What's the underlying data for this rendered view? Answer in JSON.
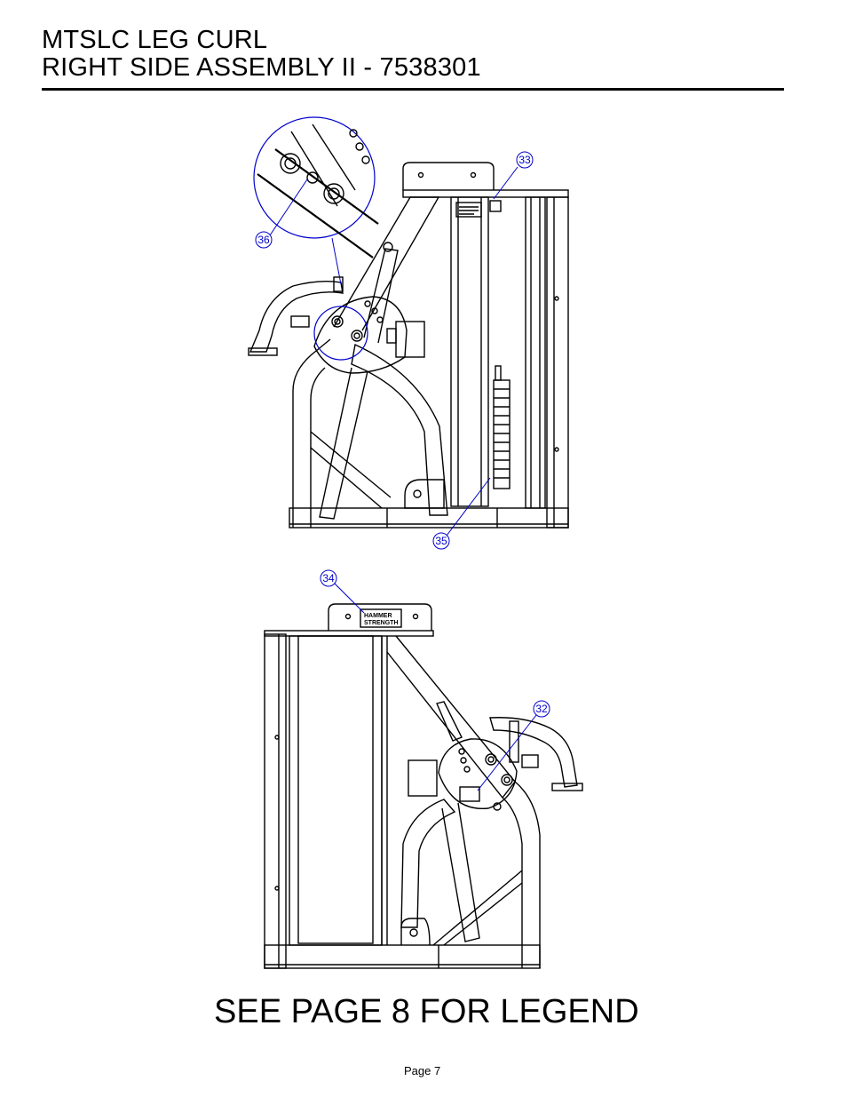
{
  "header": {
    "title_line1": "MTSLC LEG CURL",
    "title_line2": "RIGHT SIDE ASSEMBLY II - 7538301"
  },
  "callouts": {
    "c32": "32",
    "c33": "33",
    "c34": "34",
    "c35": "35",
    "c36": "36"
  },
  "decals": {
    "brand_line1": "HAMMER",
    "brand_line2": "STRENGTH"
  },
  "footer": {
    "legend_note": "SEE PAGE 8 FOR LEGEND",
    "page_label": "Page 7"
  },
  "colors": {
    "callout": "#0000cc",
    "linework": "#000000"
  }
}
